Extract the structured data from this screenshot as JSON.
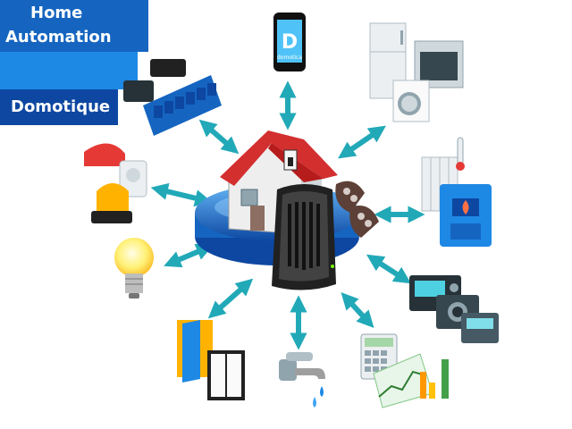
{
  "banner": {
    "line1": "Home",
    "line2": "Automation",
    "line3": "Domotique"
  },
  "phone": {
    "letter": "D",
    "brand": "domotica"
  },
  "colors": {
    "arrow": "#22a9b8",
    "banner_dark": "#0d47a1",
    "banner_mid": "#1e88e5",
    "banner_top": "#1565c0",
    "roof": "#d32f2f",
    "water": "#1e88e5"
  },
  "nodes": [
    {
      "name": "relay-board-icon"
    },
    {
      "name": "smartphone-icon"
    },
    {
      "name": "appliances-icon"
    },
    {
      "name": "heating-icon"
    },
    {
      "name": "security-devices-icon"
    },
    {
      "name": "light-bulb-icon"
    },
    {
      "name": "door-window-icon"
    },
    {
      "name": "water-tap-icon"
    },
    {
      "name": "energy-meter-icon"
    },
    {
      "name": "control-panels-icon"
    },
    {
      "name": "remote-keyfob-icon"
    }
  ]
}
